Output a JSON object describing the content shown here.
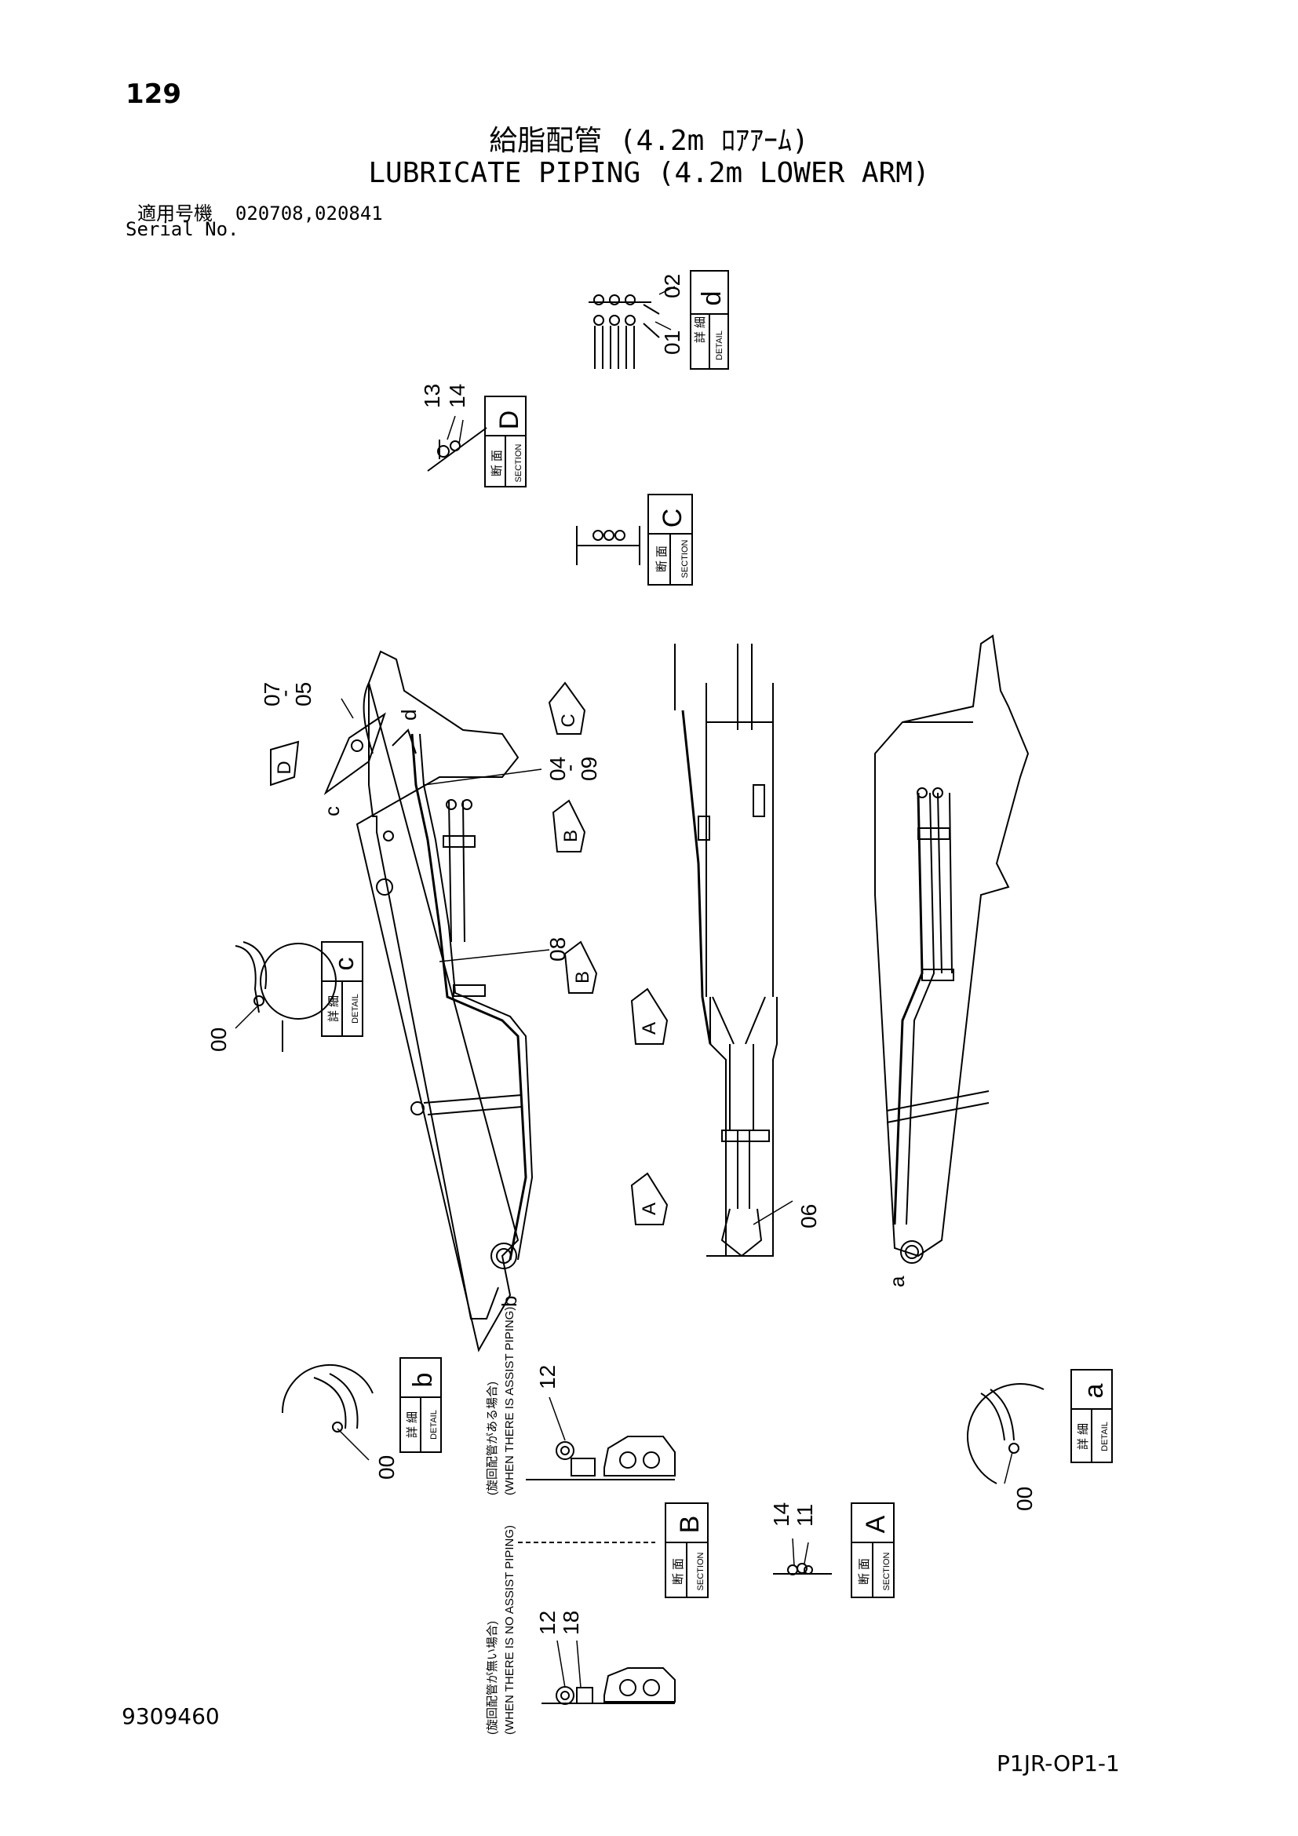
{
  "page_number": "129",
  "title_jp": "給脂配管 (4.2m ﾛｱｱｰﾑ)",
  "title_en": "LUBRICATE PIPING (4.2m LOWER ARM)",
  "serial_label_jp": "適用号機",
  "serial_numbers": "020708,020841",
  "serial_label_en": "Serial No.",
  "doc_number": "9309460",
  "page_code": "P1JR-OP1-1",
  "labels": {
    "section": "SECTION",
    "detail": "DETAIL",
    "section_jp_1": "断",
    "section_jp_2": "面",
    "detail_jp_1": "詳",
    "detail_jp_2": "細"
  },
  "boxes": {
    "d": "d",
    "D": "D",
    "C": "C",
    "c": "c",
    "b": "b",
    "a": "a",
    "B": "B",
    "A": "A"
  },
  "part_numbers": {
    "p01": "01",
    "p02": "02",
    "p13": "13",
    "p14_top": "14",
    "p07_05": "07\n-\n05",
    "p04_09": "04\n-\n09",
    "p08": "08",
    "p00_c": "00",
    "p06": "06",
    "p00_b": "00",
    "p12_upper": "12",
    "p00_a": "00",
    "p14_bottom": "14",
    "p11": "11",
    "p12_lower": "12",
    "p18": "18"
  },
  "arrow_labels": {
    "arrow_C": "C",
    "arrow_D": "D",
    "arrow_B1": "B",
    "arrow_B2": "B",
    "arrow_A1": "A",
    "arrow_A2": "A"
  },
  "point_labels": {
    "pt_d": "d",
    "pt_c": "c",
    "pt_b": "b",
    "pt_a": "a"
  },
  "notes": {
    "assist_jp": "(旋回配管がある場合)",
    "assist_en": "(WHEN THERE IS ASSIST PIPING)",
    "no_assist_jp": "(旋回配管が無い場合)",
    "no_assist_en": "(WHEN THERE IS NO ASSIST PIPING)"
  }
}
